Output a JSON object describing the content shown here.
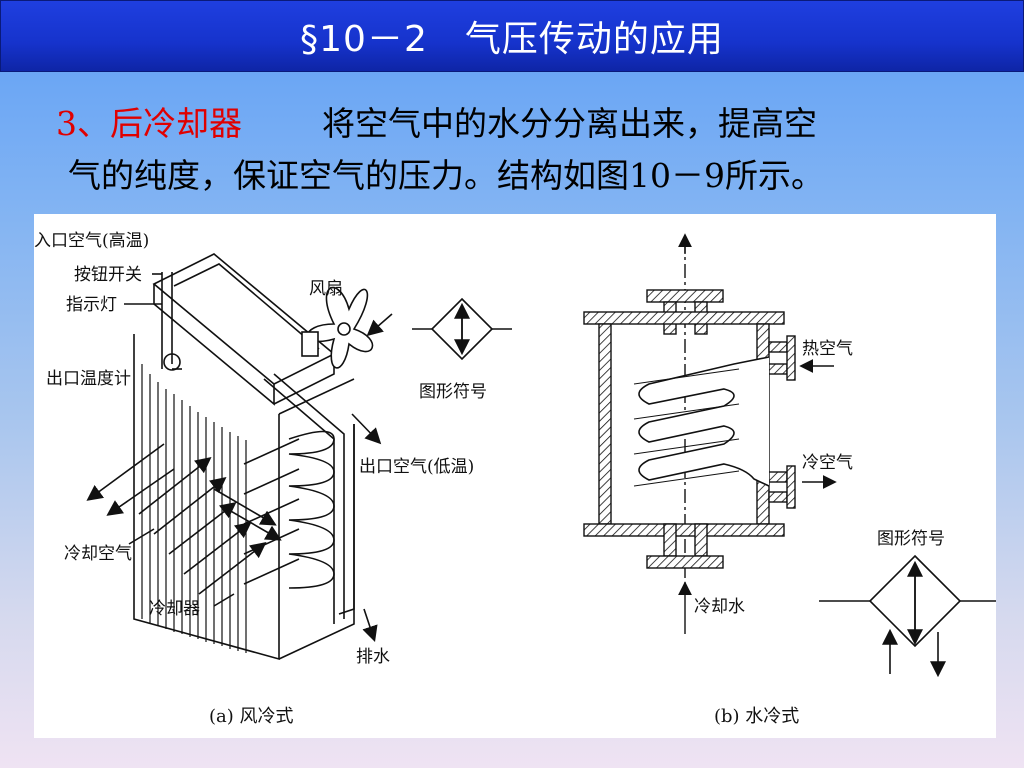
{
  "slide": {
    "title": "§10－2　气压传动的应用",
    "heading_number": "3、后冷却器",
    "line1_rest": "将空气中的水分分离出来，提高空",
    "line2": "气的纯度，保证空气的压力。结构如图10－9所示。"
  },
  "figure": {
    "a": {
      "labels": {
        "inlet": "入口空气(高温)",
        "button": "按钮开关",
        "indicator": "指示灯",
        "fan": "风扇",
        "thermometer": "出口温度计",
        "outlet": "出口空气(低温)",
        "cooling_air": "冷却空气",
        "cooler": "冷却器",
        "drain": "排水",
        "symbol": "图形符号"
      },
      "caption": "(a) 风冷式"
    },
    "b": {
      "labels": {
        "hot_air": "热空气",
        "cold_air": "冷空气",
        "cooling_water": "冷却水",
        "symbol": "图形符号"
      },
      "caption": "(b) 水冷式"
    }
  },
  "colors": {
    "title_bg": "#1633cc",
    "title_text": "#ffffff",
    "highlight": "#e00000"
  }
}
